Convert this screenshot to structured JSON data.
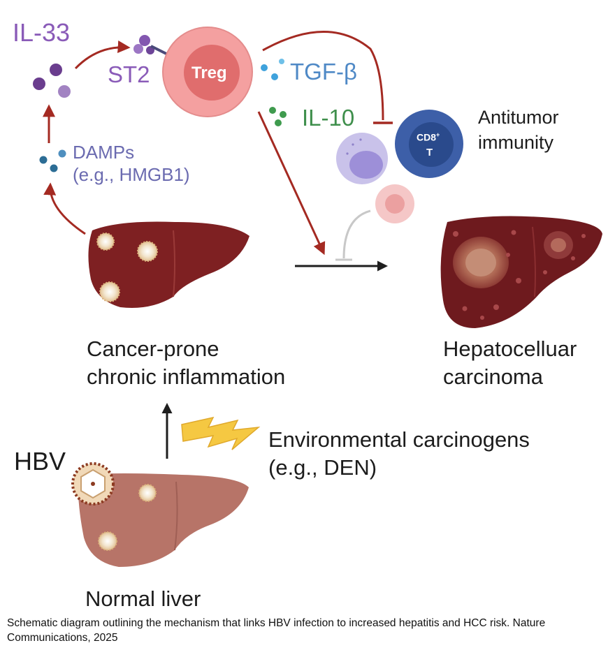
{
  "labels": {
    "il33": "IL-33",
    "st2": "ST2",
    "treg": "Treg",
    "tgfb": "TGF-β",
    "il10": "IL-10",
    "damps_1": "DAMPs",
    "damps_2": "(e.g., HMGB1)",
    "cd8_1": "CD8",
    "cd8_sup": "+",
    "cd8_2": "T",
    "antitumor_1": "Antitumor",
    "antitumor_2": "immunity",
    "inflammation_1": "Cancer-prone",
    "inflammation_2": "chronic inflammation",
    "hcc_1": "Hepatocelluar",
    "hcc_2": "carcinoma",
    "hbv": "HBV",
    "env_1": "Environmental carcinogens",
    "env_2": "(e.g., DEN)",
    "normal": "Normal liver"
  },
  "caption": "Schematic diagram outlining the mechanism that links HBV infection to increased hepatitis and HCC risk. Nature Communications, 2025",
  "colors": {
    "il33": "#7a4a9e",
    "treg_outer": "#f4a0a0",
    "treg_inner": "#e06d6d",
    "cd8": "#3d5fa8",
    "arrow_red": "#a42a22",
    "liver_inflamed": "#7e2022",
    "liver_normal": "#b77468",
    "liver_hcc": "#6e1a1e",
    "lightning": "#f5c842"
  }
}
